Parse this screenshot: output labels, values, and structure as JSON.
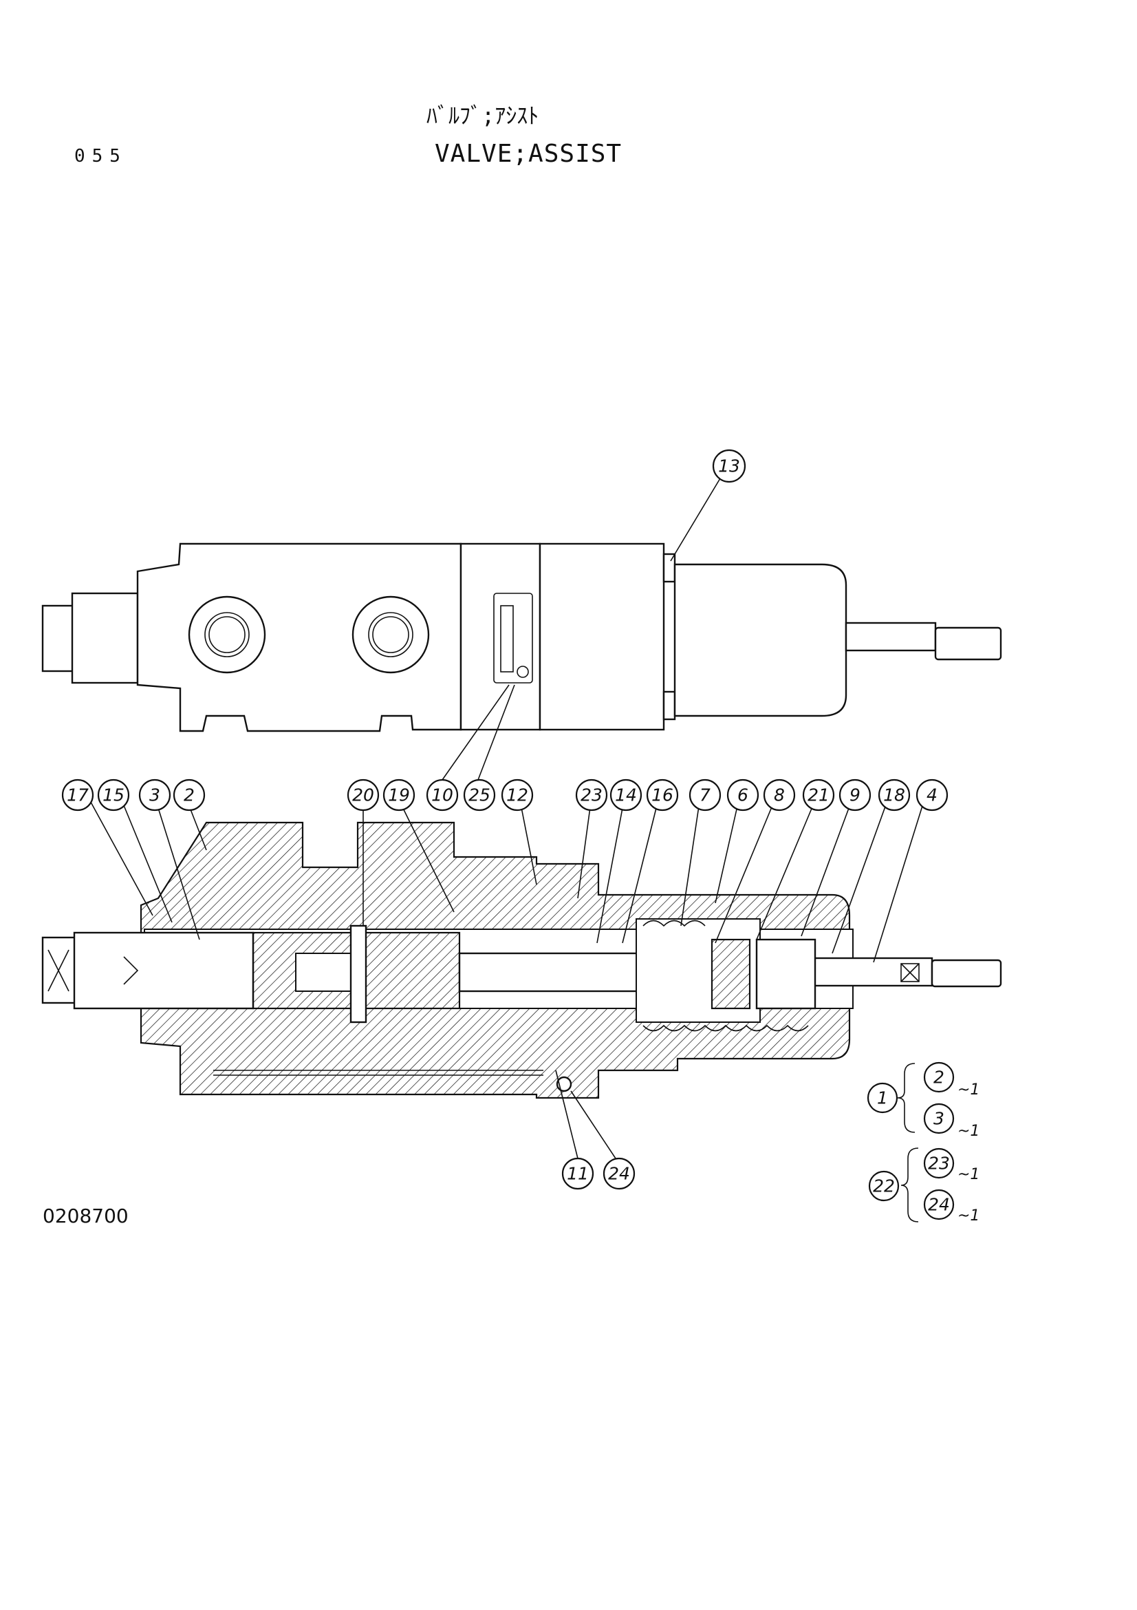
{
  "header": {
    "page_number": "055",
    "title_jp": "ﾊﾞﾙﾌﾞ;ｱｼｽﾄ",
    "title_en": "VALVE;ASSIST"
  },
  "footer": {
    "drawing_number": "0208700"
  },
  "callouts": [
    {
      "id": "c13",
      "label": "13"
    },
    {
      "id": "c17",
      "label": "17"
    },
    {
      "id": "c15",
      "label": "15"
    },
    {
      "id": "c3",
      "label": "3"
    },
    {
      "id": "c2",
      "label": "2"
    },
    {
      "id": "c20",
      "label": "20"
    },
    {
      "id": "c19",
      "label": "19"
    },
    {
      "id": "c10",
      "label": "10"
    },
    {
      "id": "c25",
      "label": "25"
    },
    {
      "id": "c12",
      "label": "12"
    },
    {
      "id": "c23",
      "label": "23"
    },
    {
      "id": "c14",
      "label": "14"
    },
    {
      "id": "c16",
      "label": "16"
    },
    {
      "id": "c7",
      "label": "7"
    },
    {
      "id": "c6",
      "label": "6"
    },
    {
      "id": "c8",
      "label": "8"
    },
    {
      "id": "c21",
      "label": "21"
    },
    {
      "id": "c9",
      "label": "9"
    },
    {
      "id": "c18",
      "label": "18"
    },
    {
      "id": "c4",
      "label": "4"
    },
    {
      "id": "c11",
      "label": "11"
    },
    {
      "id": "c24",
      "label": "24"
    }
  ],
  "assemblies": [
    {
      "parent": "1",
      "children": [
        {
          "label": "2",
          "qty": "~1"
        },
        {
          "label": "3",
          "qty": "~1"
        }
      ]
    },
    {
      "parent": "22",
      "children": [
        {
          "label": "23",
          "qty": "~1"
        },
        {
          "label": "24",
          "qty": "~1"
        }
      ]
    }
  ]
}
